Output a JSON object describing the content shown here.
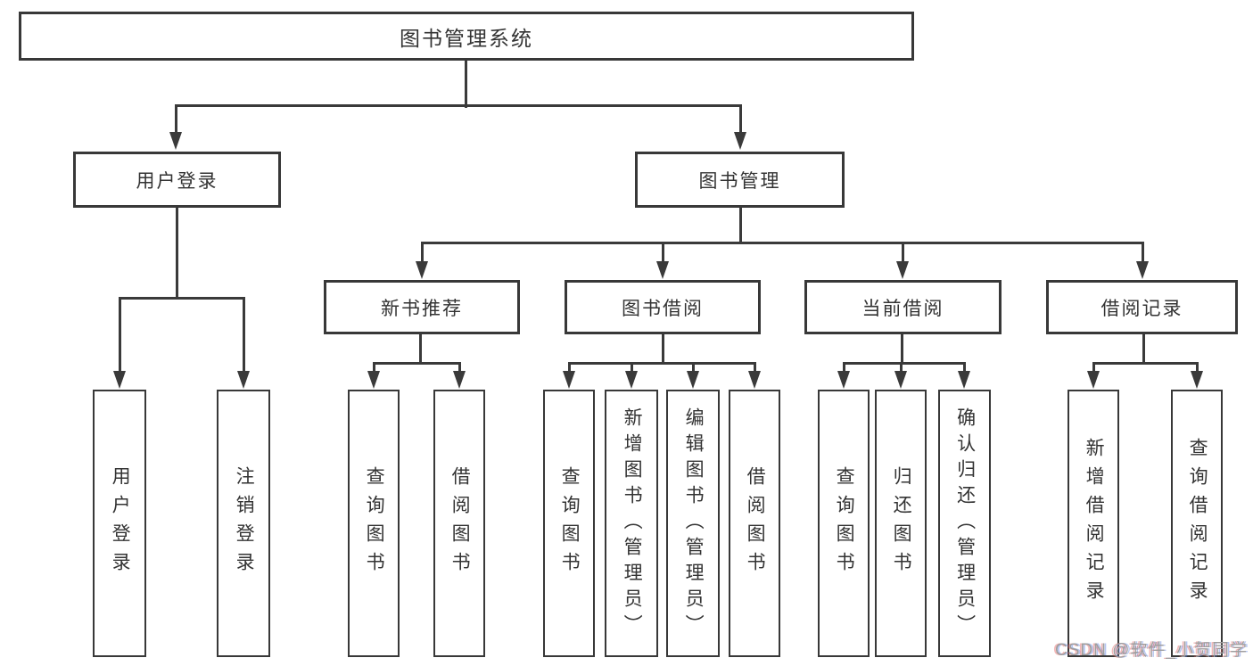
{
  "diagram": {
    "title": "图书管理系统",
    "level2": [
      {
        "label": "用户登录"
      },
      {
        "label": "图书管理"
      }
    ],
    "level3": [
      {
        "label": "新书推荐"
      },
      {
        "label": "图书借阅"
      },
      {
        "label": "当前借阅"
      },
      {
        "label": "借阅记录"
      }
    ],
    "leaves": [
      {
        "label": "用户登录"
      },
      {
        "label": "注销登录"
      },
      {
        "label": "查询图书"
      },
      {
        "label": "借阅图书"
      },
      {
        "label": "查询图书"
      },
      {
        "label": "新增图书（管理员）"
      },
      {
        "label": "编辑图书（管理员）"
      },
      {
        "label": "借阅图书"
      },
      {
        "label": "查询图书"
      },
      {
        "label": "归还图书"
      },
      {
        "label": "确认归还（管理员）"
      },
      {
        "label": "新增借阅记录"
      },
      {
        "label": "查询借阅记录"
      }
    ]
  },
  "watermark": "CSDN @软件_小贺同学",
  "colors": {
    "line": "#3a3a3a",
    "box_border": "#383838",
    "text": "#333333",
    "background": "#ffffff",
    "watermark": "#9e9e9e"
  }
}
